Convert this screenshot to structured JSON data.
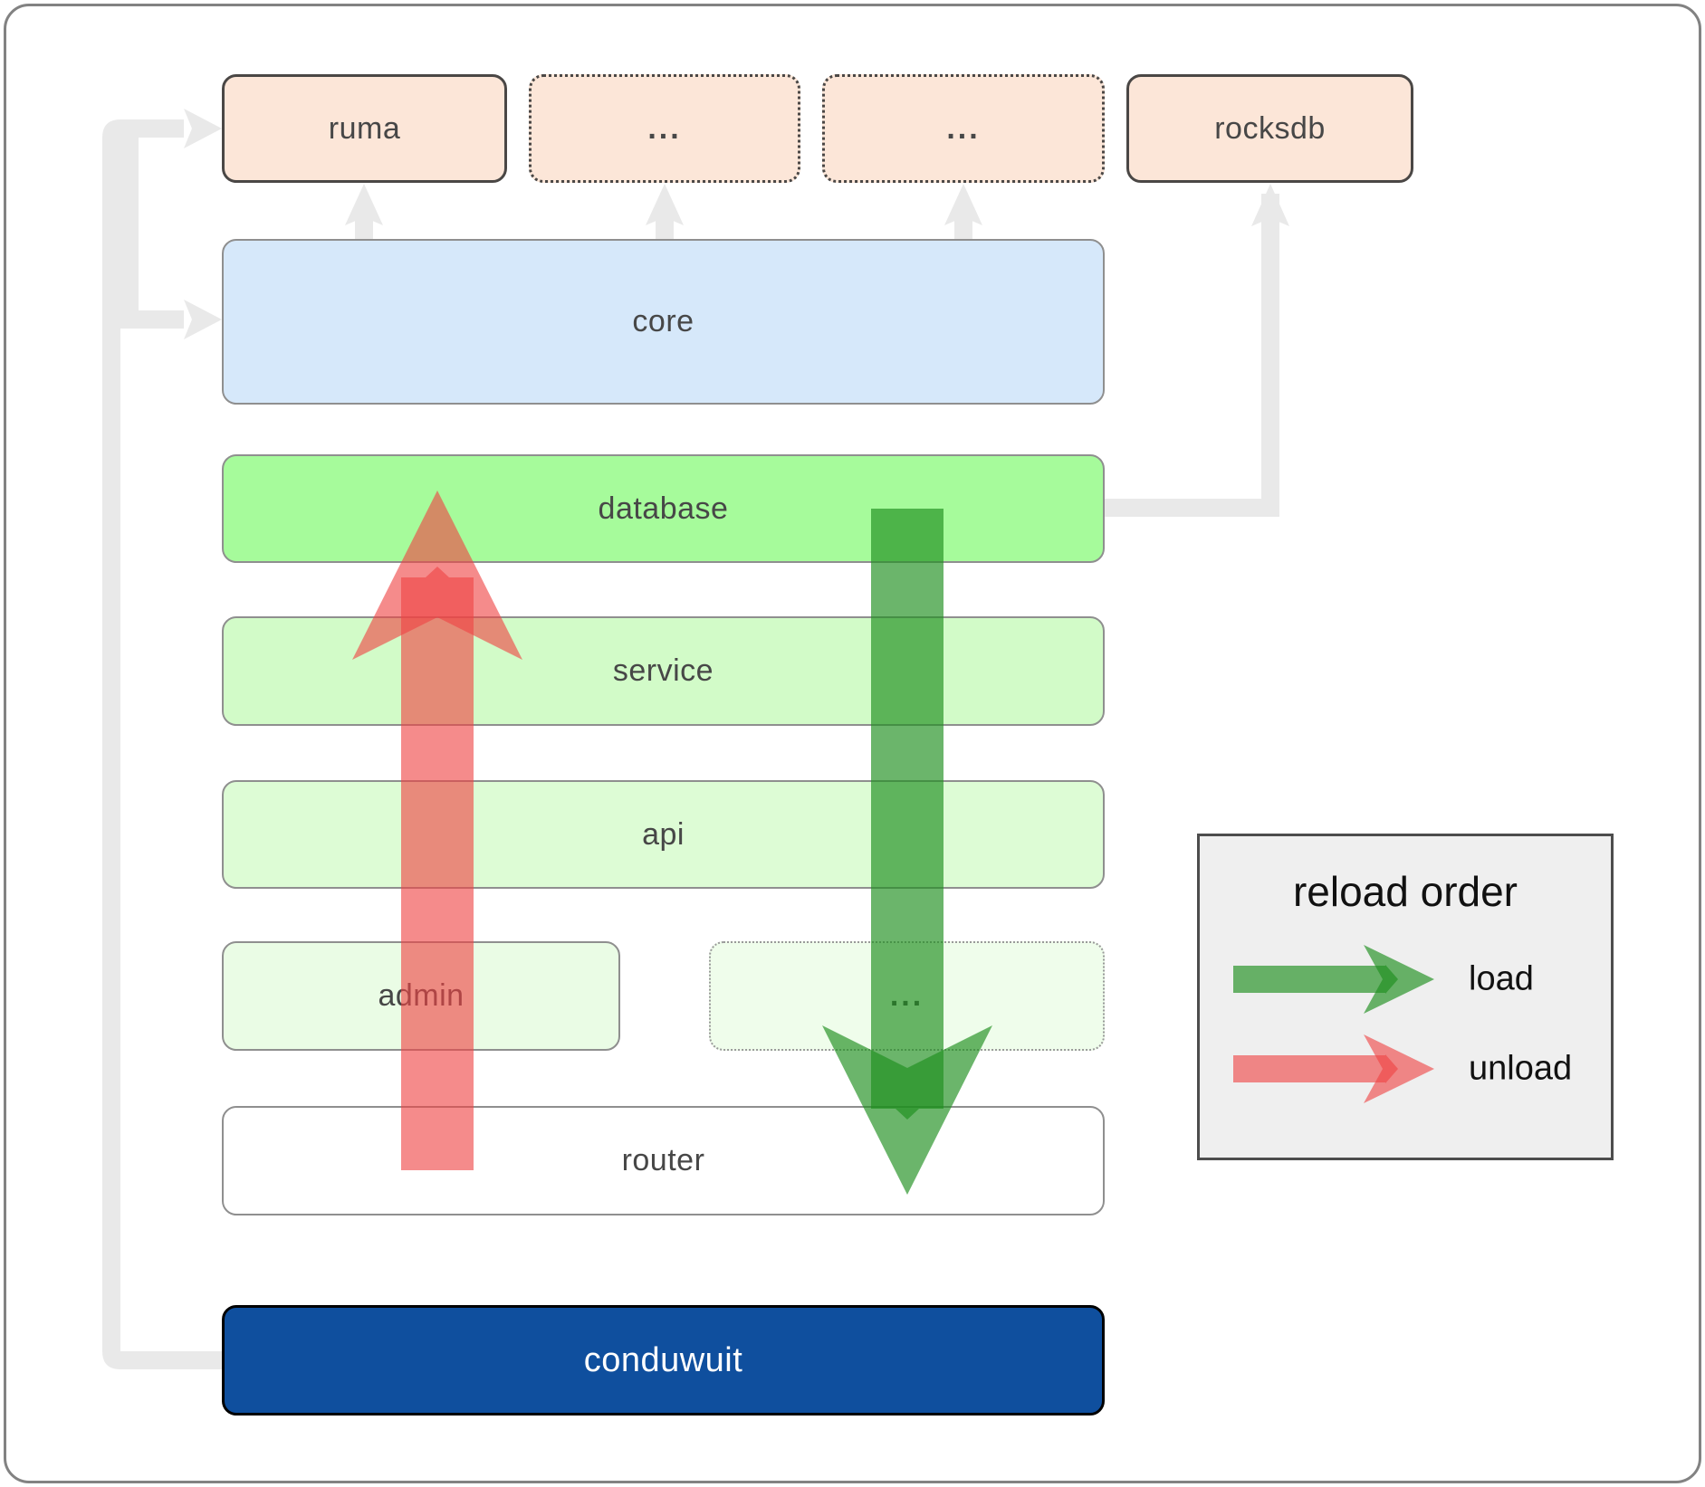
{
  "diagram": {
    "title_context": "conduwuit module architecture with reload order",
    "nodes": {
      "ruma": {
        "label": "ruma"
      },
      "ext1": {
        "label": "..."
      },
      "ext2": {
        "label": "..."
      },
      "rocksdb": {
        "label": "rocksdb"
      },
      "core": {
        "label": "core"
      },
      "database": {
        "label": "database"
      },
      "service": {
        "label": "service"
      },
      "api": {
        "label": "api"
      },
      "admin": {
        "label": "admin"
      },
      "more": {
        "label": "..."
      },
      "router": {
        "label": "router"
      },
      "conduwuit": {
        "label": "conduwuit"
      }
    },
    "edges": [
      {
        "from": "core",
        "to": "ruma",
        "style": "gray-dependency"
      },
      {
        "from": "core",
        "to": "ext1",
        "style": "gray-dependency"
      },
      {
        "from": "core",
        "to": "ext2",
        "style": "gray-dependency"
      },
      {
        "from": "database",
        "to": "rocksdb",
        "style": "gray-dependency"
      },
      {
        "from": "conduwuit",
        "to": "ruma",
        "style": "gray-dependency"
      },
      {
        "from": "conduwuit",
        "to": "core",
        "style": "gray-dependency"
      },
      {
        "from": "database",
        "to": "router",
        "style": "load"
      },
      {
        "from": "router",
        "to": "database",
        "style": "unload"
      }
    ],
    "legend": {
      "title": "reload order",
      "items": [
        {
          "label": "load",
          "color": "#1f8f1f"
        },
        {
          "label": "unload",
          "color": "#ef4444"
        }
      ]
    },
    "palette": {
      "external_fill": "#fce6d8",
      "core_fill": "#d6e8fa",
      "database_fill": "#a6fb9b",
      "service_fill": "#d2fbc8",
      "api_fill": "#ddfcd5",
      "admin_fill": "#eafce5",
      "router_fill": "#ffffff",
      "conduwuit_fill": "#0f4f9e",
      "connector_gray": "#e9e9e9",
      "load_green": "#1f8f1f",
      "unload_red": "#ef4444",
      "legend_bg": "#efefef"
    }
  }
}
